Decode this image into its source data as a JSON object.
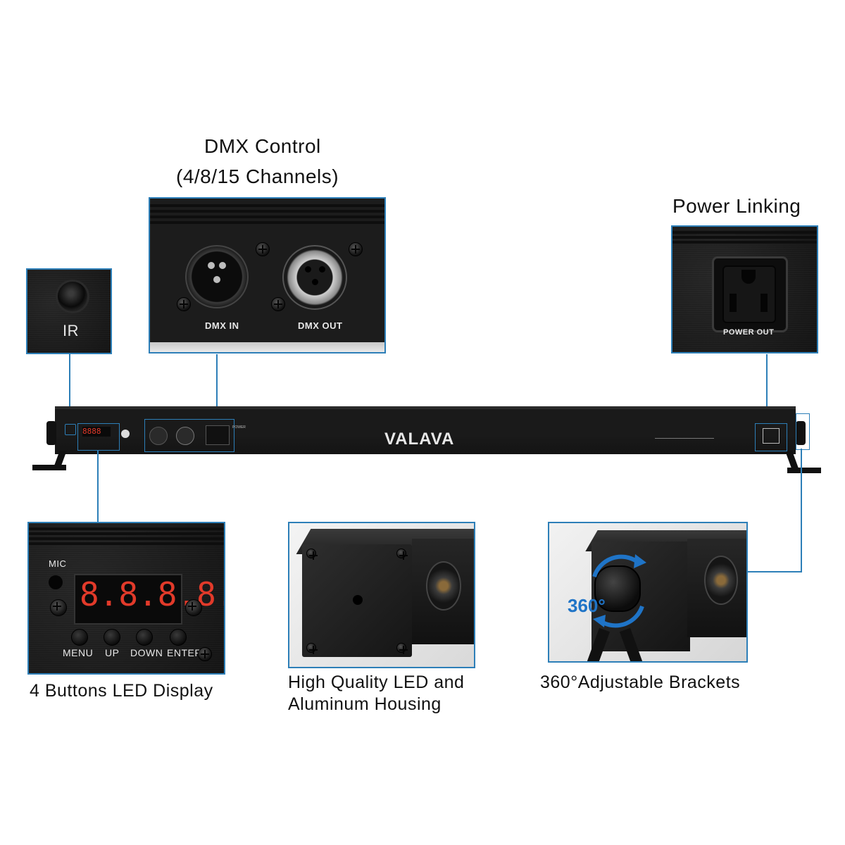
{
  "captions": {
    "dmx_title_line1": "DMX Control",
    "dmx_title_line2": "(4/8/15 Channels)",
    "power_linking": "Power Linking",
    "buttons_display": "4 Buttons LED Display",
    "housing_line1": "High Quality LED and",
    "housing_line2": "Aluminum Housing",
    "brackets": "360°Adjustable Brackets"
  },
  "panel_labels": {
    "ir": "IR",
    "dmx_in": "DMX IN",
    "dmx_out": "DMX OUT",
    "power_out": "POWER OUT",
    "mic": "MIC",
    "menu": "MENU",
    "up": "UP",
    "down": "DOWN",
    "enter": "ENTER",
    "rotation": "360°"
  },
  "display": {
    "digits": "8.8.8.8."
  },
  "bar": {
    "brand": "VALAVA",
    "power_small": "POWER"
  },
  "colors": {
    "accent_border": "#2d7fb8",
    "bar_body": "#1a1a1a",
    "display_red": "#e23a2a",
    "rotation_blue": "#1f74c7"
  }
}
